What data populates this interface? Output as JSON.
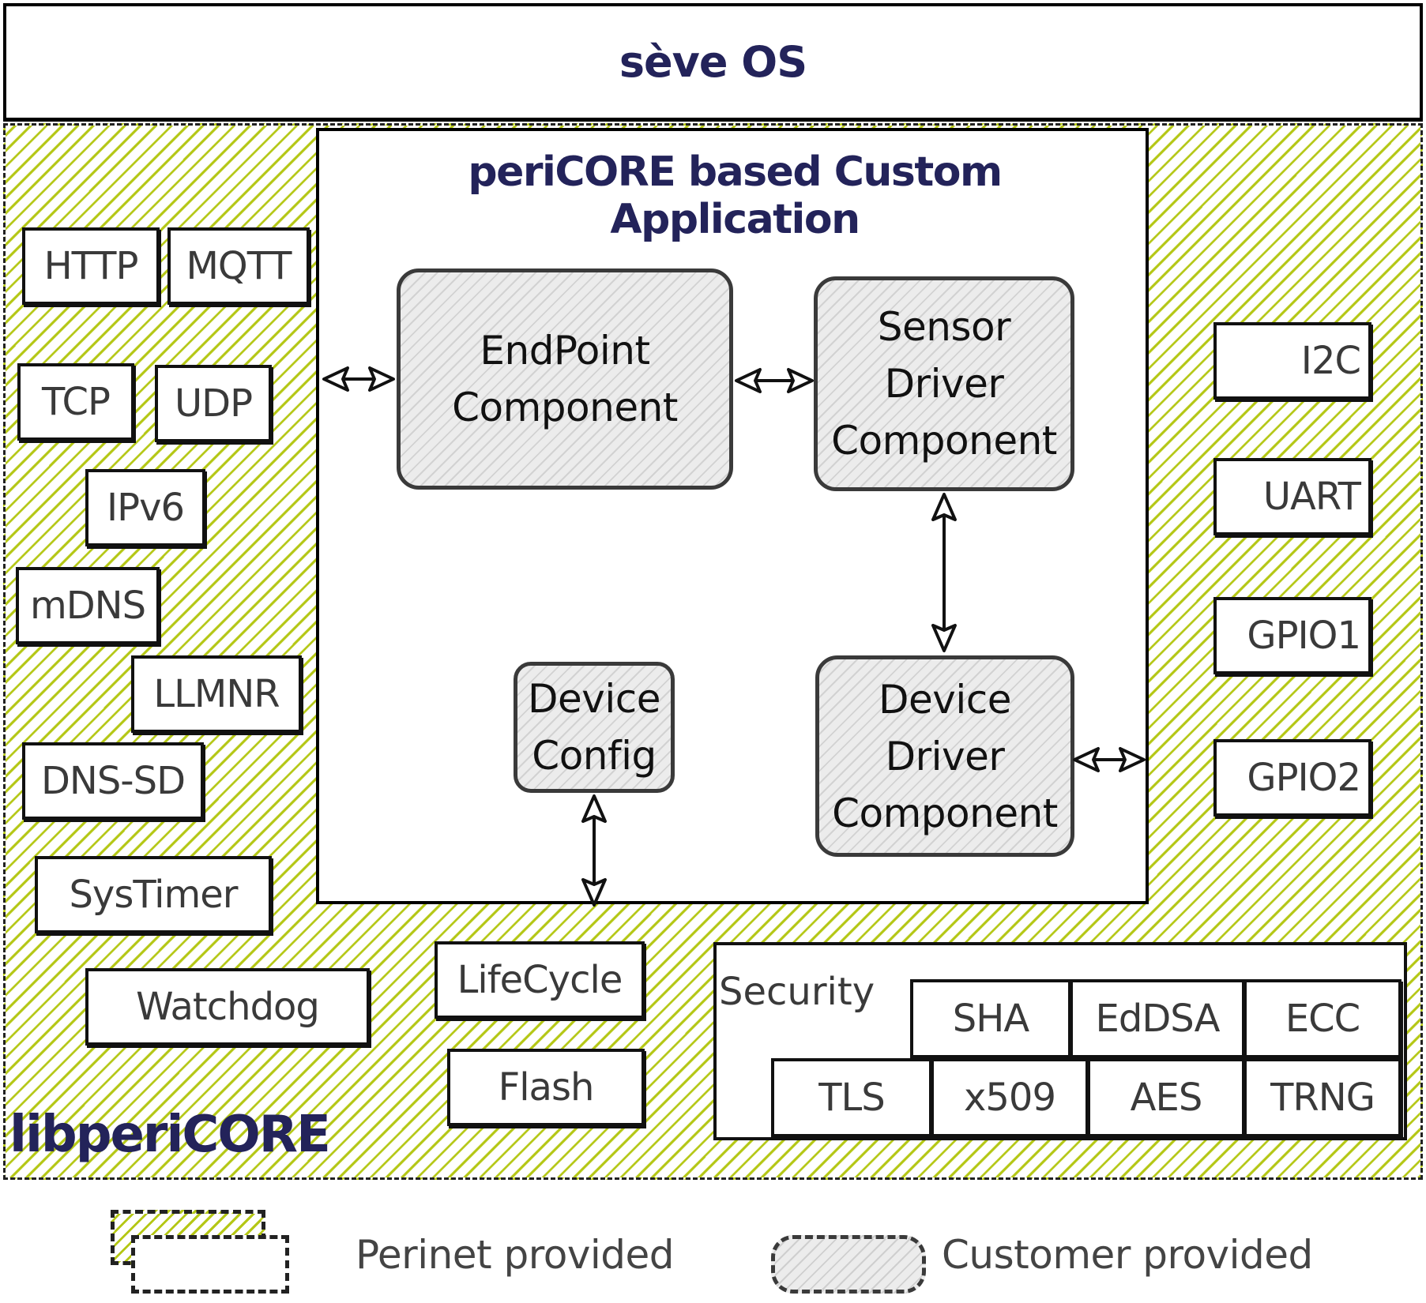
{
  "os": {
    "title": "sève OS"
  },
  "lib": {
    "title": "libperiCORE"
  },
  "app": {
    "title": "periCORE based Custom Application"
  },
  "components": {
    "endpoint": [
      "EndPoint",
      "Component"
    ],
    "sensor_driver": [
      "Sensor",
      "Driver",
      "Component"
    ],
    "device_config": [
      "Device",
      "Config"
    ],
    "device_driver": [
      "Device",
      "Driver",
      "Component"
    ]
  },
  "network_modules": {
    "http": "HTTP",
    "mqtt": "MQTT",
    "tcp": "TCP",
    "udp": "UDP",
    "ipv6": "IPv6",
    "mdns": "mDNS",
    "llmnr": "LLMNR",
    "dns_sd": "DNS-SD",
    "systimer": "SysTimer",
    "watchdog": "Watchdog"
  },
  "system_modules": {
    "lifecycle": "LifeCycle",
    "flash": "Flash"
  },
  "io_modules": {
    "i2c": "I2C",
    "uart": "UART",
    "gpio1": "GPIO1",
    "gpio2": "GPIO2"
  },
  "security": {
    "label": "Security",
    "sha": "SHA",
    "eddsa": "EdDSA",
    "ecc": "ECC",
    "tls": "TLS",
    "x509": "x509",
    "aes": "AES",
    "trng": "TRNG"
  },
  "legend": {
    "perinet": "Perinet provided",
    "customer": "Customer provided"
  },
  "colors": {
    "title_navy": "#23235a",
    "hatch_green": "#b4c714",
    "component_grey": "#ececec"
  }
}
